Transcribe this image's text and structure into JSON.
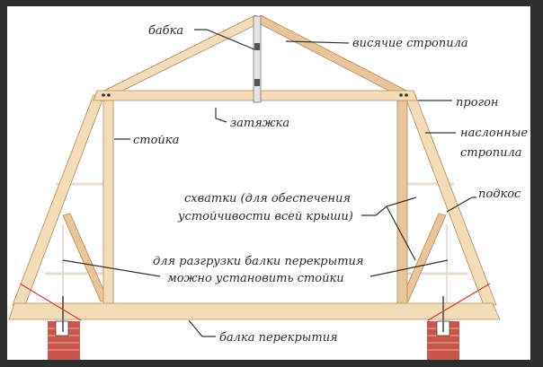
{
  "labels": {
    "babka": "бабка",
    "hanging_rafters": "висячие стропила",
    "purlin": "прогон",
    "tie": "затяжка",
    "layered_rafters_1": "наслонные",
    "layered_rafters_2": "стропила",
    "post": "стойка",
    "braces_1": "схватки (для обеспечения",
    "braces_2": "устойчивости всей крыши)",
    "strut": "подкос",
    "unload_1": "для разгрузки балки перекрытия",
    "unload_2": "можно установить стойки",
    "floor_beam": "балка перекрытия"
  },
  "colors": {
    "wood": "#f3dcb8",
    "wood_dark": "#e9c59a",
    "brick": "#c9564a",
    "accent_line": "#d23b3b"
  }
}
